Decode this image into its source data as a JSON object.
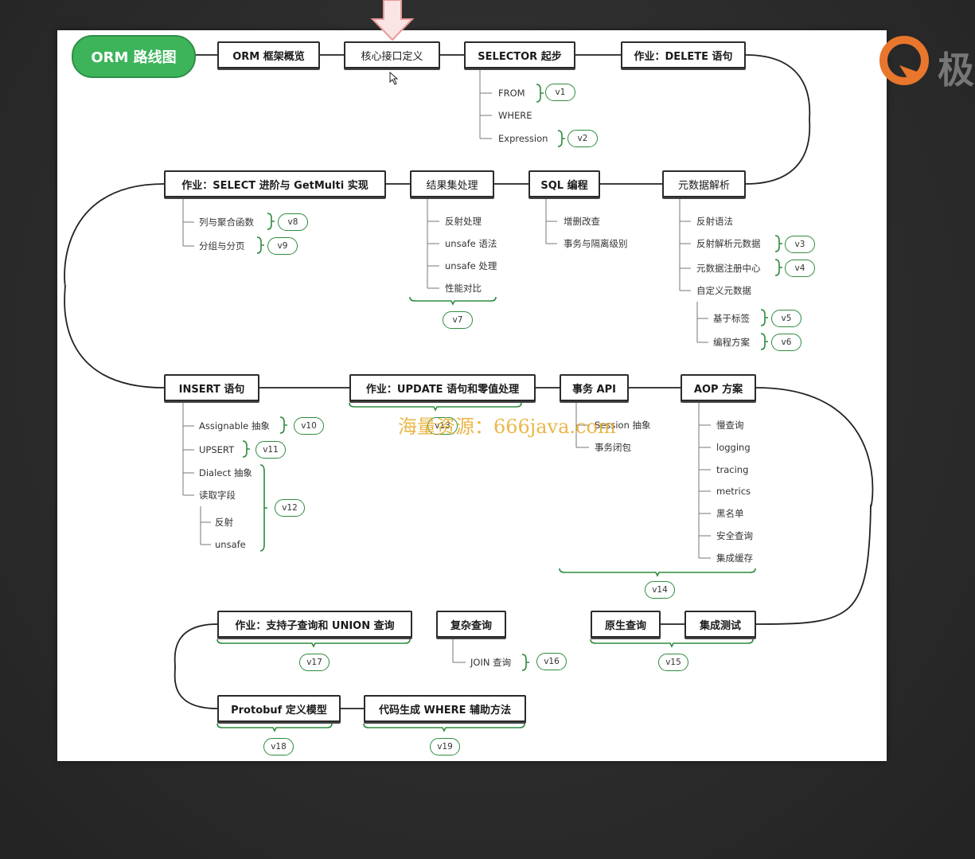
{
  "root": "ORM 路线图",
  "nodes": {
    "orm_overview": "ORM 框架概览",
    "core_interface": "核心接口定义",
    "selector": "SELECTOR 起步",
    "hw_delete": "作业：DELETE 语句",
    "hw_select": "作业：SELECT 进阶与 GetMulti 实现",
    "result_set": "结果集处理",
    "sql_prog": "SQL 编程",
    "metadata": "元数据解析",
    "insert": "INSERT 语句",
    "hw_update": "作业：UPDATE 语句和零值处理",
    "tx_api": "事务 API",
    "aop": "AOP 方案",
    "hw_subquery": "作业：支持子查询和 UNION 查询",
    "complex_query": "复杂查询",
    "raw_query": "原生查询",
    "integration_test": "集成测试",
    "protobuf": "Protobuf 定义模型",
    "codegen": "代码生成 WHERE 辅助方法"
  },
  "subs": {
    "from": "FROM",
    "where": "WHERE",
    "expression": "Expression",
    "cols_agg": "列与聚合函数",
    "group_page": "分组与分页",
    "reflect_proc": "反射处理",
    "unsafe_syntax": "unsafe 语法",
    "unsafe_proc": "unsafe 处理",
    "perf_cmp": "性能对比",
    "crud": "增删改查",
    "tx_isolation": "事务与隔离级别",
    "reflect_syntax": "反射语法",
    "reflect_meta": "反射解析元数据",
    "meta_registry": "元数据注册中心",
    "custom_meta": "自定义元数据",
    "tag_based": "基于标签",
    "prog_scheme": "编程方案",
    "assignable": "Assignable 抽象",
    "upsert": "UPSERT",
    "dialect": "Dialect 抽象",
    "read_field": "读取字段",
    "reflect": "反射",
    "unsafe": "unsafe",
    "session": "Session 抽象",
    "tx_closure": "事务闭包",
    "slow_query": "慢查询",
    "logging": "logging",
    "tracing": "tracing",
    "metrics": "metrics",
    "blacklist": "黑名单",
    "safe_query": "安全查询",
    "cache": "集成缓存",
    "join": "JOIN 查询"
  },
  "badges": {
    "v1": "v1",
    "v2": "v2",
    "v3": "v3",
    "v4": "v4",
    "v5": "v5",
    "v6": "v6",
    "v7": "v7",
    "v8": "v8",
    "v9": "v9",
    "v10": "v10",
    "v11": "v11",
    "v12": "v12",
    "v13": "v13",
    "v14": "v14",
    "v15": "v15",
    "v16": "v16",
    "v17": "v17",
    "v18": "v18",
    "v19": "v19"
  },
  "watermark": "海量资源：666java.com",
  "logo_char": "极",
  "colors": {
    "root": "#3db45a",
    "badge_border": "#2e8b3e",
    "watermark": "#e6aa28",
    "logo": "#e8762c"
  }
}
